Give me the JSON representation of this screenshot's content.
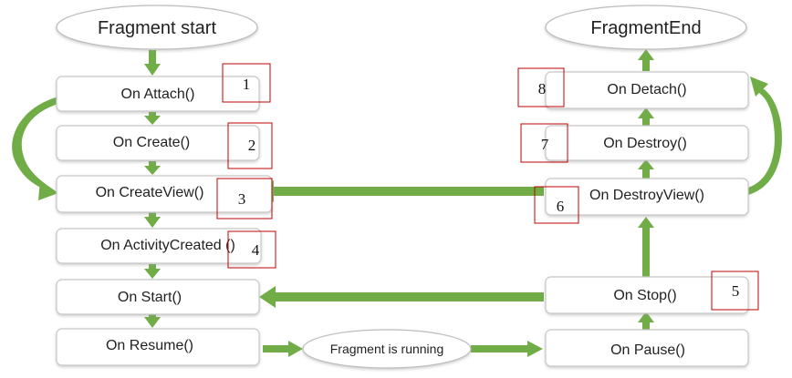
{
  "colors": {
    "arrow": "#70ad47",
    "box_border": "#c8c8c8",
    "box_fill": "#ffffff",
    "box_shadow": "#d9d9d9",
    "number_border": "#c00000",
    "text": "#222222"
  },
  "terminals": {
    "start": "Fragment start",
    "end": "FragmentEnd",
    "running": "Fragment is running"
  },
  "left_column": {
    "attach": "On Attach()",
    "create": "On Create()",
    "create_view": "On CreateView()",
    "activity_created": "On ActivityCreated ()",
    "start": "On Start()",
    "resume": "On Resume()"
  },
  "right_column": {
    "detach": "On Detach()",
    "destroy": "On Destroy()",
    "destroy_view": "On DestroyView()",
    "stop": "On Stop()",
    "pause": "On Pause()"
  },
  "numbers": {
    "n1": "1",
    "n2": "2",
    "n3": "3",
    "n4": "4",
    "n5": "5",
    "n6": "6",
    "n7": "7",
    "n8": "8"
  }
}
